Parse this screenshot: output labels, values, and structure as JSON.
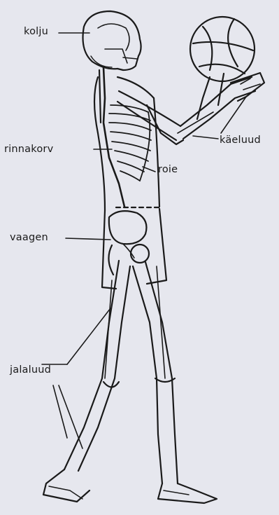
{
  "diagram": {
    "labels": {
      "skull": "kolju",
      "ribcage": "rinnakorv",
      "rib": "roie",
      "arm_bones": "käeluud",
      "pelvis": "vaagen",
      "leg_bones": "jalaluud"
    }
  },
  "colors": {
    "paper": "#e6e7ee",
    "ink": "#1a1a1a"
  }
}
